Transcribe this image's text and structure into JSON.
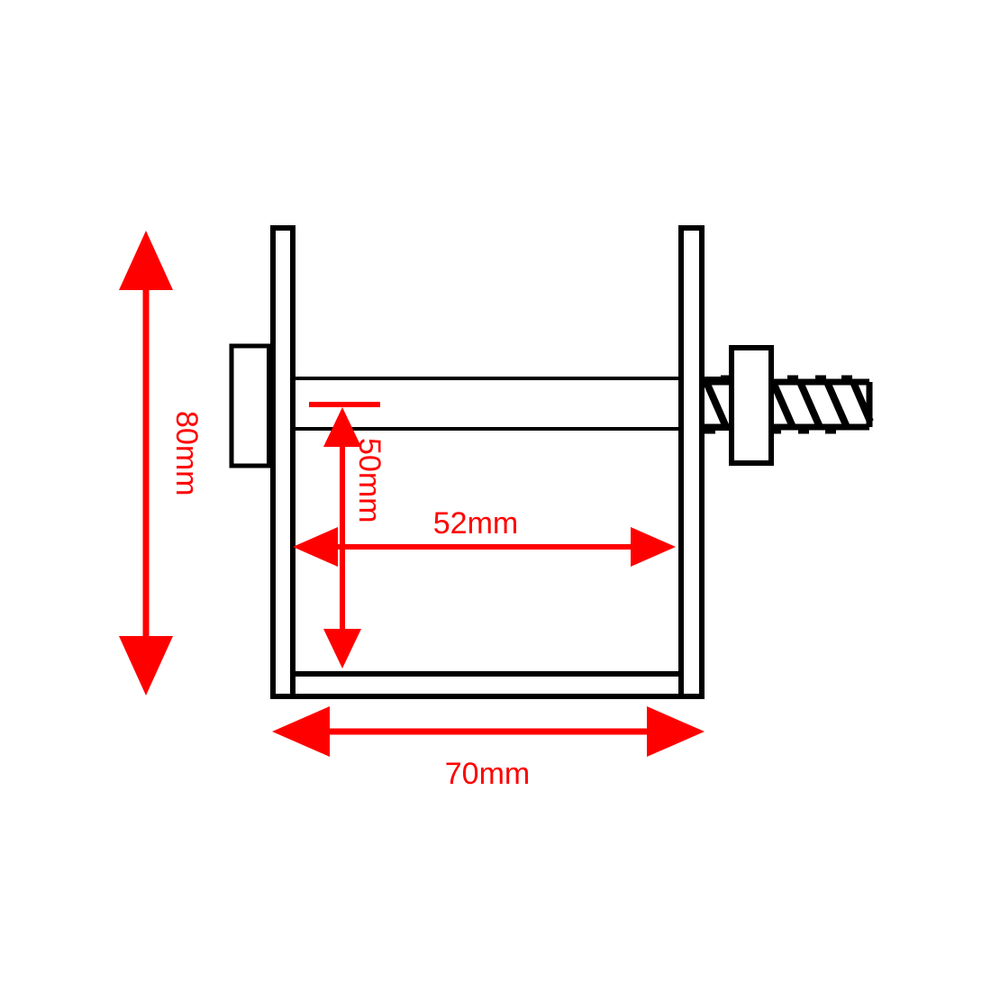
{
  "drawing": {
    "title": "U-bracket with threaded rod technical dimension drawing",
    "background_color": "#ffffff",
    "line_color": "#000000",
    "dimension_color": "#ff0000",
    "units": "mm"
  },
  "dimensions": {
    "overall_height": {
      "label": "80mm",
      "value": 80,
      "orientation": "vertical",
      "arrow_style": "double",
      "text_rotation": 90
    },
    "overall_width": {
      "label": "70mm",
      "value": 70,
      "orientation": "horizontal",
      "arrow_style": "double",
      "text_rotation": 0
    },
    "inner_width": {
      "label": "52mm",
      "value": 52,
      "orientation": "horizontal",
      "arrow_style": "double",
      "text_rotation": 0
    },
    "inner_depth": {
      "label": "50mm",
      "value": 50,
      "orientation": "vertical",
      "arrow_style": "double",
      "text_rotation": 90
    }
  },
  "parts": {
    "bracket": {
      "name": "u-bracket",
      "shape": "U-channel"
    },
    "rod": {
      "name": "threaded-rod",
      "shape": "screw with thread hatching"
    },
    "washer_left": {
      "name": "left-washer",
      "shape": "rectangle"
    },
    "washer_right": {
      "name": "right-washer",
      "shape": "rectangle"
    }
  }
}
